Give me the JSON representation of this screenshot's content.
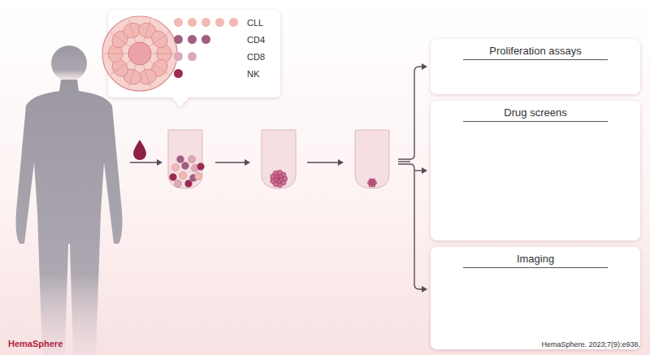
{
  "diagram": {
    "nodes": [
      {
        "text": [
          "Proliferation assays"
        ]
      },
      {
        "text": [
          "Drug screens"
        ]
      },
      {
        "text": [
          "Imaging"
        ]
      }
    ],
    "labels": [
      "HemaSphere",
      "HemaSphere. 2023;7(9):e938."
    ],
    "legend": [
      {
        "text": "CLL",
        "color": "#f3b9b2"
      },
      {
        "text": "CD4",
        "color": "#a05f7f"
      },
      {
        "text": "CD8",
        "color": "#dcaab6"
      },
      {
        "text": "NK",
        "color": "#9a2c4e"
      }
    ]
  }
}
